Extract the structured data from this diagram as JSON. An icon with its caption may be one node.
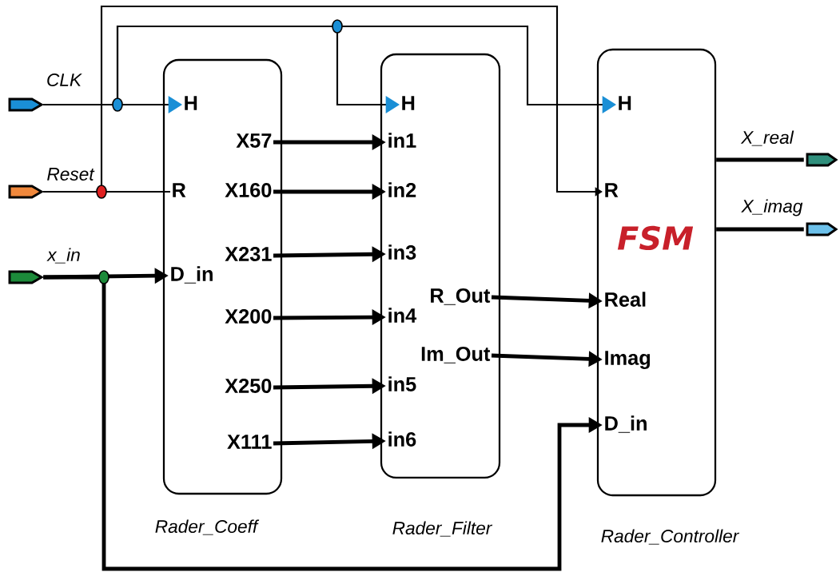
{
  "diagram": {
    "nodes": [
      {
        "text": [
          "CLK"
        ]
      },
      {
        "text": [
          "Reset"
        ]
      },
      {
        "text": [
          "x_in"
        ]
      },
      {
        "text": [
          "Rader_Coeff"
        ]
      },
      {
        "text": [
          "H"
        ],
        "in": 3
      },
      {
        "text": [
          "R"
        ],
        "in": 3
      },
      {
        "text": [
          "D_in"
        ],
        "in": 3
      },
      {
        "text": [
          "X57"
        ],
        "in": 3
      },
      {
        "text": [
          "X160"
        ],
        "in": 3
      },
      {
        "text": [
          "X231"
        ],
        "in": 3
      },
      {
        "text": [
          "X200"
        ],
        "in": 3
      },
      {
        "text": [
          "X250"
        ],
        "in": 3
      },
      {
        "text": [
          "X111"
        ],
        "in": 3
      },
      {
        "text": [
          "Rader_Filter"
        ]
      },
      {
        "text": [
          "H"
        ],
        "in": 13
      },
      {
        "text": [
          "in1"
        ],
        "in": 13
      },
      {
        "text": [
          "in2"
        ],
        "in": 13
      },
      {
        "text": [
          "in3"
        ],
        "in": 13
      },
      {
        "text": [
          "in4"
        ],
        "in": 13
      },
      {
        "text": [
          "in5"
        ],
        "in": 13
      },
      {
        "text": [
          "in6"
        ],
        "in": 13
      },
      {
        "text": [
          "R_Out"
        ],
        "in": 13
      },
      {
        "text": [
          "Im_Out"
        ],
        "in": 13
      },
      {
        "text": [
          "Rader_Controller"
        ]
      },
      {
        "text": [
          "H"
        ],
        "in": 23
      },
      {
        "text": [
          "R"
        ],
        "in": 23
      },
      {
        "text": [
          "FSM"
        ],
        "in": 23
      },
      {
        "text": [
          "Real"
        ],
        "in": 23
      },
      {
        "text": [
          "Imag"
        ],
        "in": 23
      },
      {
        "text": [
          "D_in"
        ],
        "in": 23
      },
      {
        "text": [
          "X_real"
        ]
      },
      {
        "text": [
          "X_imag"
        ]
      }
    ],
    "edges": [
      {
        "from": 0,
        "to": 4,
        "arrow": "to"
      },
      {
        "from": 0,
        "to": 14,
        "arrow": "to"
      },
      {
        "from": 0,
        "to": 24,
        "arrow": "to"
      },
      {
        "from": 1,
        "to": 5,
        "arrow": "none"
      },
      {
        "from": 1,
        "to": 25,
        "arrow": "to"
      },
      {
        "from": 2,
        "to": 6,
        "arrow": "to"
      },
      {
        "from": 2,
        "to": 29,
        "arrow": "to"
      },
      {
        "from": 7,
        "to": 15,
        "arrow": "to"
      },
      {
        "from": 8,
        "to": 16,
        "arrow": "to"
      },
      {
        "from": 9,
        "to": 17,
        "arrow": "to"
      },
      {
        "from": 10,
        "to": 18,
        "arrow": "to"
      },
      {
        "from": 11,
        "to": 19,
        "arrow": "to"
      },
      {
        "from": 12,
        "to": 20,
        "arrow": "to"
      },
      {
        "from": 21,
        "to": 27,
        "arrow": "to"
      },
      {
        "from": 22,
        "to": 28,
        "arrow": "to"
      },
      {
        "from": 23,
        "to": 30,
        "arrow": "none"
      },
      {
        "from": 23,
        "to": 31,
        "arrow": "none"
      }
    ]
  }
}
